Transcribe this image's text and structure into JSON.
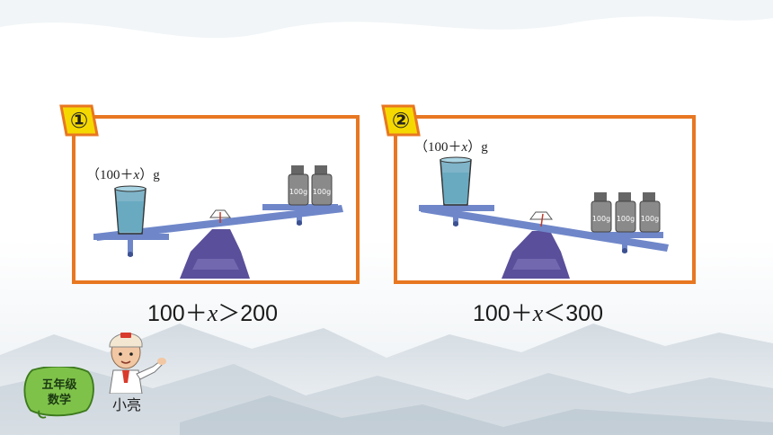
{
  "panels": [
    {
      "number": "①",
      "cup_label_pre": "（100＋",
      "cup_label_var": "x",
      "cup_label_post": "）g",
      "weight_label": "100g",
      "weight_count": 2,
      "inequality_pre": "100＋",
      "inequality_var": "x",
      "inequality_post": "＞200"
    },
    {
      "number": "②",
      "cup_label_pre": "（100＋",
      "cup_label_var": "x",
      "cup_label_post": "）g",
      "weight_label": "100g",
      "weight_count": 3,
      "inequality_pre": "100＋",
      "inequality_var": "x",
      "inequality_post": "＜300"
    }
  ],
  "badge": {
    "line1": "五年级",
    "line2": "数学"
  },
  "character": {
    "name": "小亮"
  },
  "colors": {
    "panel_border": "#e87722",
    "tag_fill": "#f5d800",
    "scale_beam": "#6f87c9",
    "scale_base": "#5a4f9a",
    "weight_fill": "#8a8a8a",
    "badge_fill": "#7fc24a"
  }
}
